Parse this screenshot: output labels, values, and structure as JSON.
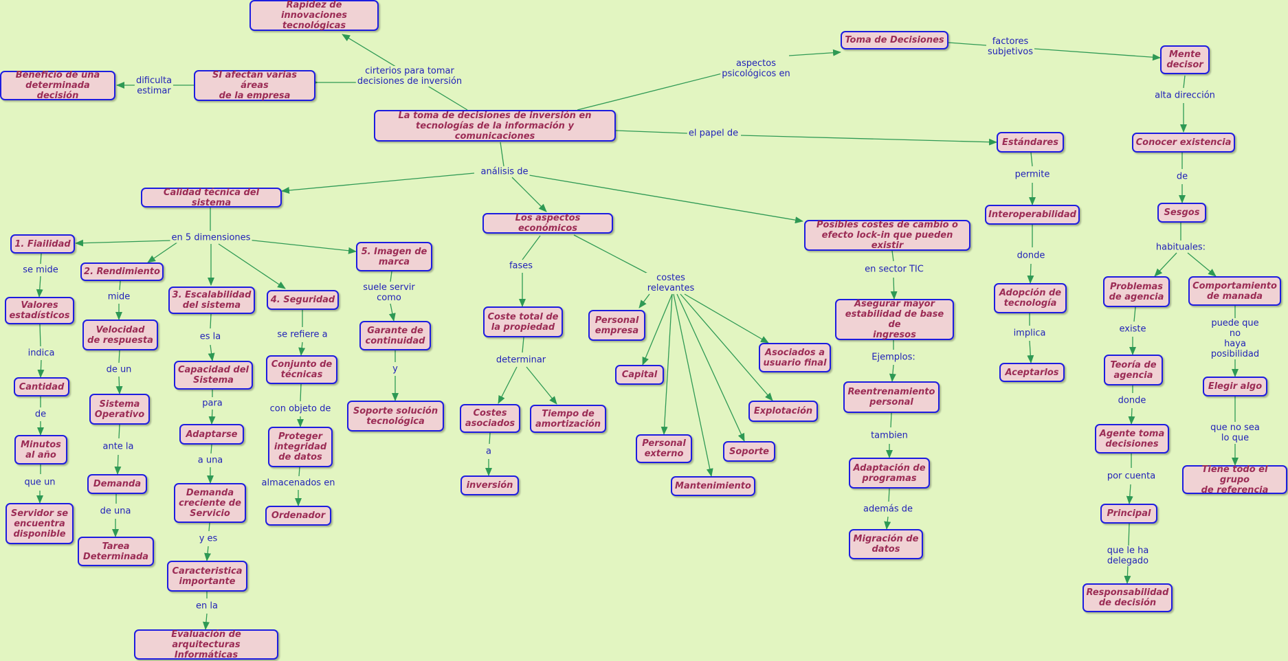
{
  "colors": {
    "background": "#e2f5c1",
    "node_fill": "#f0d2d4",
    "node_border": "#1c1ce0",
    "node_text": "#9b2c55",
    "link_text": "#1f1fb8",
    "arrow": "#2e9954"
  },
  "nodes": {
    "main": "La toma de decisiones de inversión en\ntecnologías de la información y comunicaciones",
    "rapidez": "Rapidez de innovaciones\ntecnológicas",
    "si_afectan": "SI afectan varias áreas\nde la empresa",
    "beneficio": "Beneficio de una\ndeterminada decisión",
    "toma_dec": "Toma de Decisiones",
    "mente": "Mente\ndecisor",
    "estandares": "Estándares",
    "conocer": "Conocer existencia",
    "calidad": "Calidad técnica del sistema",
    "aspectos_eco": "Los aspectos económicos",
    "posibles": "Posibles costes de cambio o\nefecto lock-in que pueden existir",
    "interop": "Interoperabilidad",
    "sesgos": "Sesgos",
    "fiabilidad": "1. Fiailidad",
    "rendimiento": "2. Rendimiento",
    "escalabilidad": "3. Escalabilidad\ndel sistema",
    "seguridad": "4. Seguridad",
    "imagen": "5. Imagen de\nmarca",
    "valores": "Valores\nestadísticos",
    "velocidad": "Velocidad\nde respuesta",
    "capacidad": "Capacidad del\nSistema",
    "conjunto": "Conjunto de\ntécnicas",
    "garante": "Garante de\ncontinuidad",
    "cantidad": "Cantidad",
    "sistema_op": "Sistema\nOperativo",
    "adaptarse": "Adaptarse",
    "proteger": "Proteger\nintegridad\nde datos",
    "soporte_sol": "Soporte solución\ntecnológica",
    "minutos": "Minutos\nal año",
    "demanda": "Demanda",
    "demanda_creciente": "Demanda\ncreciente de\nServicio",
    "ordenador": "Ordenador",
    "servidor": "Servidor se\nencuentra\ndisponible",
    "tarea": "Tarea\nDeterminada",
    "caracteristica": "Caracteristica\nimportante",
    "evaluacion": "Evaluación de arquitecturas\nInformáticas",
    "coste_total": "Coste total de\nla propiedad",
    "costes_asoc": "Costes\nasociados",
    "tiempo_amort": "Tiempo de\namortización",
    "inversion": "inversión",
    "personal_emp": "Personal\nempresa",
    "capital": "Capital",
    "personal_ext": "Personal\nexterno",
    "mantenimiento": "Mantenimiento",
    "soporte": "Soporte",
    "explotacion": "Explotación",
    "asociados": "Asociados a\nusuario final",
    "asegurar": "Asegurar mayor\nestabilidad de base de\ningresos",
    "reentrenamiento": "Reentrenamiento\npersonal",
    "adaptacion": "Adaptación de\nprogramas",
    "migracion": "Migración de\ndatos",
    "adopcion": "Adopción de\ntecnología",
    "aceptarlos": "Aceptarlos",
    "problemas": "Problemas\nde agencia",
    "comportamiento": "Comportamiento\nde manada",
    "teoria": "Teoría de\nagencia",
    "elegir": "Elegir algo",
    "agente": "Agente toma\ndecisiones",
    "tiene_todo": "Tiene todo el grupo\nde referencia",
    "principal": "Principal",
    "responsabilidad": "Responsabilidad\nde decisión"
  },
  "labels": {
    "criterios": "cirterios para tomar\ndecisiones de inversión",
    "dificulta": "dificulta\nestimar",
    "aspectos_psico": "aspectos\npsicológicos en",
    "factores": "factores\nsubjetivos",
    "alta_dir": "alta dirección",
    "papel": "el papel de",
    "analisis": "análisis de",
    "permite": "permite",
    "de_sesgos": "de",
    "dimensiones": "en 5 dimensiones",
    "fases": "fases",
    "costes_rel": "costes\nrelevantes",
    "sector_tic": "en sector TIC",
    "donde_interop": "donde",
    "habituales": "habituales:",
    "se_mide": "se mide",
    "mide": "mide",
    "es_la": "es la",
    "se_refiere": "se refiere a",
    "suele": "suele servir\ncomo",
    "indica": "indica",
    "de_un": "de un",
    "para": "para",
    "con_objeto": "con objeto de",
    "y": "y",
    "de_cantidad": "de",
    "ante_la": "ante la",
    "a_una": "a una",
    "almacenados": "almacenados en",
    "que_un": "que un",
    "de_una": "de una",
    "y_es": "y es",
    "en_la": "en la",
    "determinar": "determinar",
    "a": "a",
    "ejemplos": "Ejemplos:",
    "tambien": "tambien",
    "ademas": "además de",
    "implica": "implica",
    "existe": "existe",
    "puede": "puede que no\nhaya posibilidad",
    "donde_teoria": "donde",
    "que_no_sea": "que no sea\nlo que",
    "por_cuenta": "por cuenta",
    "que_le_ha": "que le ha\ndelegado"
  }
}
